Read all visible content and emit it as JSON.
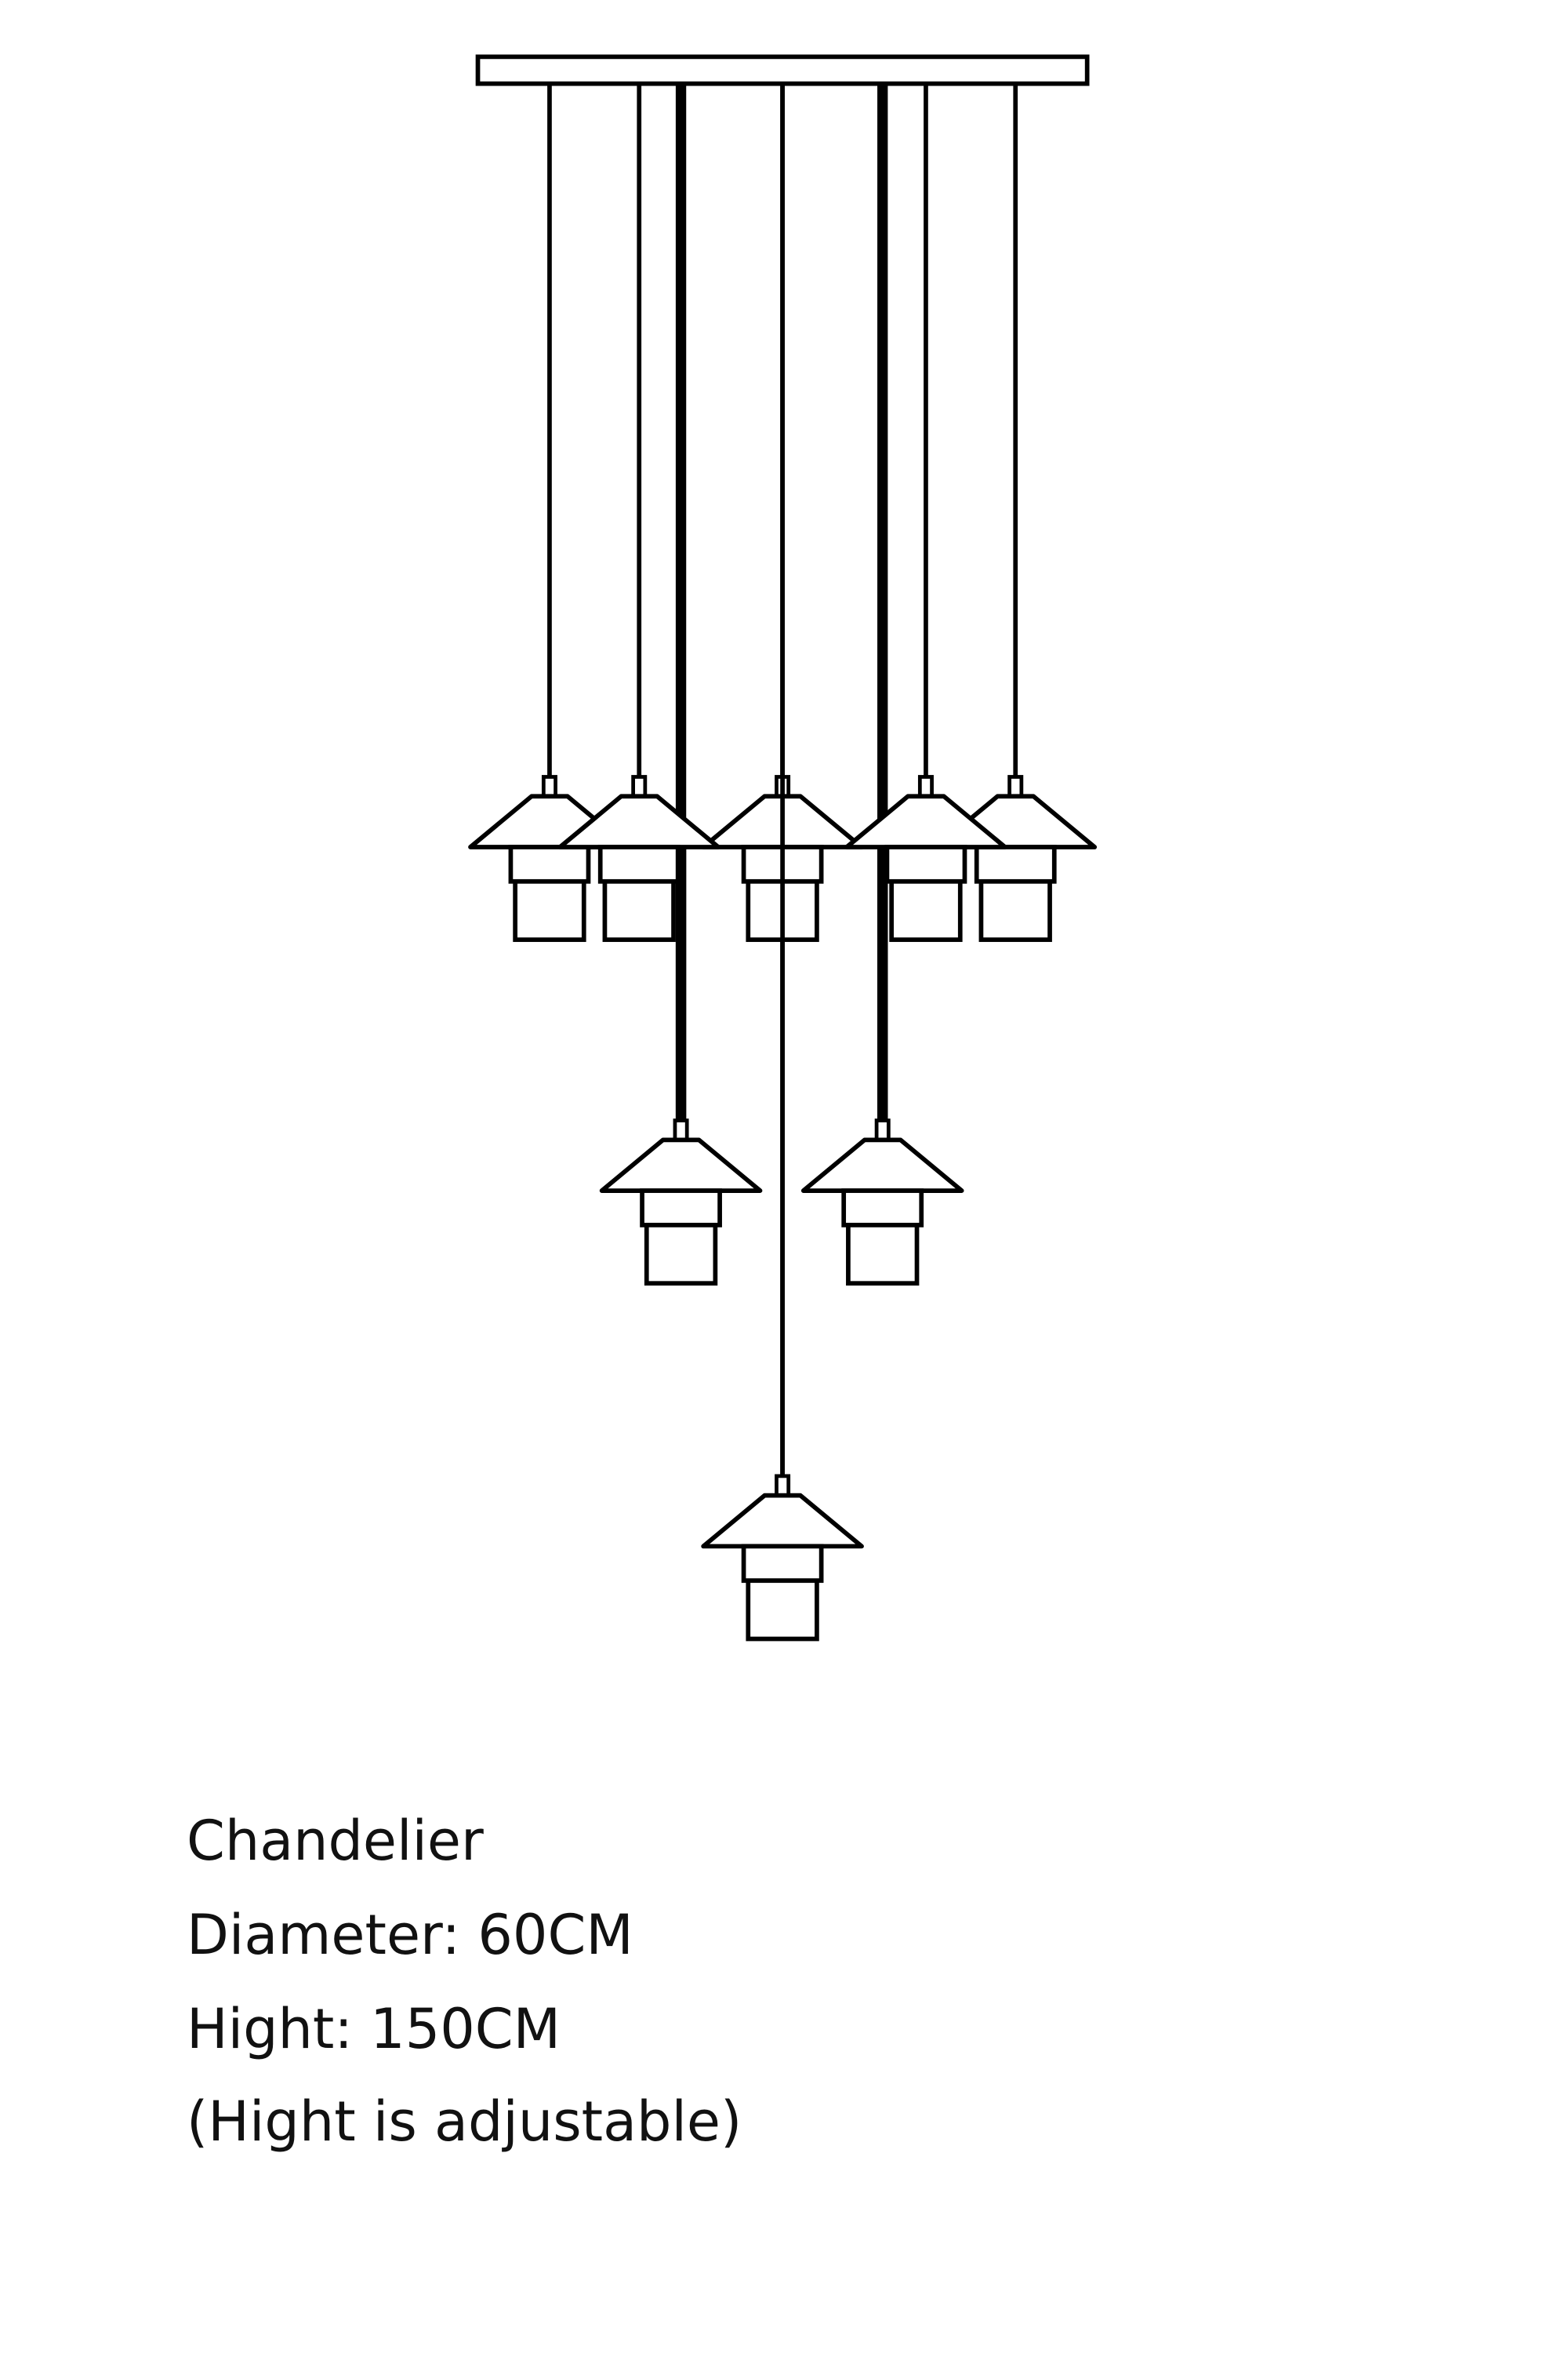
{
  "colors": {
    "line": "#000000",
    "background": "#ffffff"
  },
  "drawing": {
    "subject": "chandelier",
    "pendant_count": 8
  },
  "specs": {
    "name": "Chandelier",
    "diameter": "Diameter: 60CM",
    "height": "Hight: 150CM",
    "note": "(Hight is adjustable)"
  }
}
